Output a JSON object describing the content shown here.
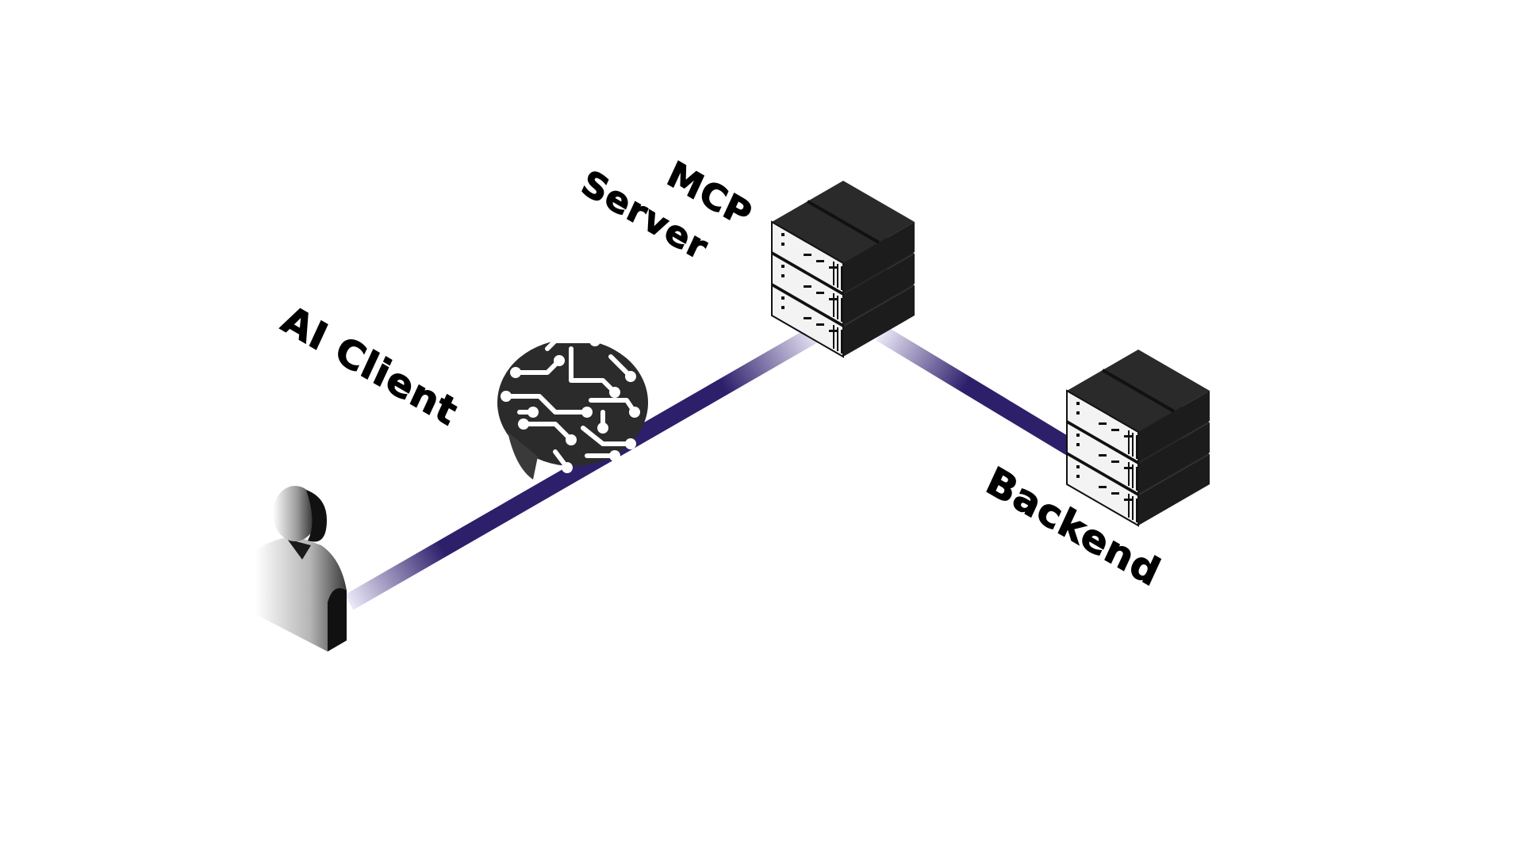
{
  "labels": {
    "ai_client": "AI Client",
    "mcp_line1": "MCP",
    "mcp_line2": "Server",
    "backend": "Backend"
  },
  "colors": {
    "background": "#ffffff",
    "connector": "#2e1f6b",
    "connector_fade": "#ece9f8",
    "device_top": "#2a2a2a",
    "device_left": "#f3f3f3",
    "device_right": "#1c1c1c"
  },
  "icons": {
    "user": "user-icon",
    "ai_brain": "brain-circuit-icon",
    "mcp_server": "server-stack-icon",
    "backend": "server-stack-icon"
  }
}
